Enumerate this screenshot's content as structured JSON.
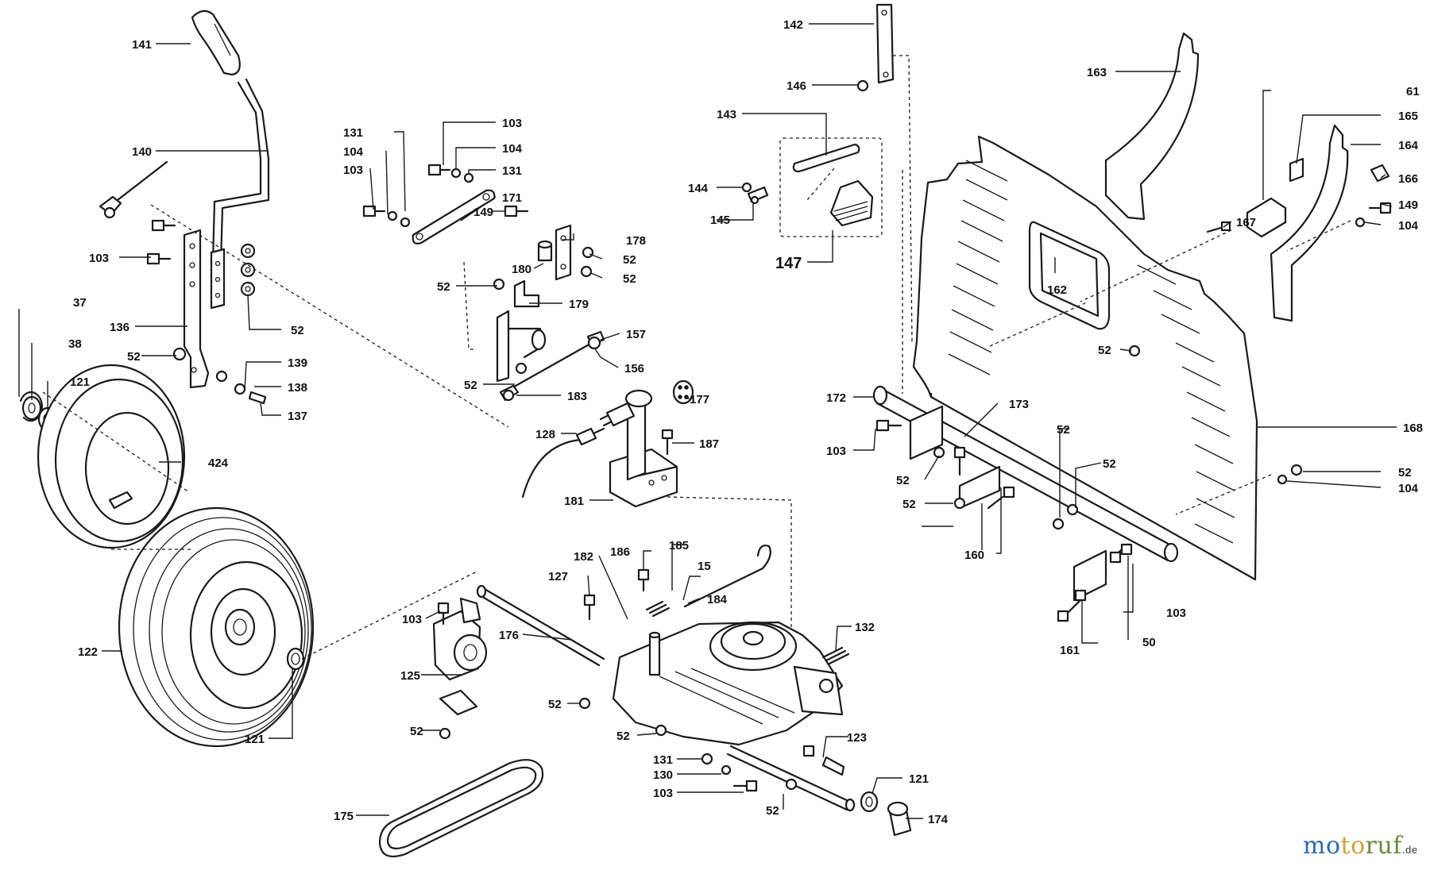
{
  "watermark": {
    "text_a": "mo",
    "text_b": "to",
    "text_c": "ruf",
    "tld": ".de"
  },
  "part_callouts": [
    "141",
    "140",
    "103",
    "136",
    "52",
    "37",
    "38",
    "121",
    "424",
    "122",
    "121",
    "52",
    "139",
    "138",
    "137",
    "131",
    "104",
    "103",
    "103",
    "104",
    "131",
    "171",
    "149",
    "180",
    "178",
    "52",
    "52",
    "52",
    "179",
    "157",
    "156",
    "52",
    "183",
    "128",
    "187",
    "181",
    "177",
    "142",
    "146",
    "143",
    "144",
    "145",
    "147",
    "163",
    "61",
    "165",
    "164",
    "166",
    "149",
    "104",
    "167",
    "162",
    "52",
    "168",
    "52",
    "104",
    "172",
    "173",
    "103",
    "52",
    "52",
    "52",
    "52",
    "160",
    "161",
    "50",
    "103",
    "186",
    "185",
    "182",
    "15",
    "127",
    "184",
    "103",
    "176",
    "125",
    "52",
    "52",
    "132",
    "52",
    "123",
    "131",
    "130",
    "103",
    "121",
    "52",
    "174",
    "175"
  ]
}
